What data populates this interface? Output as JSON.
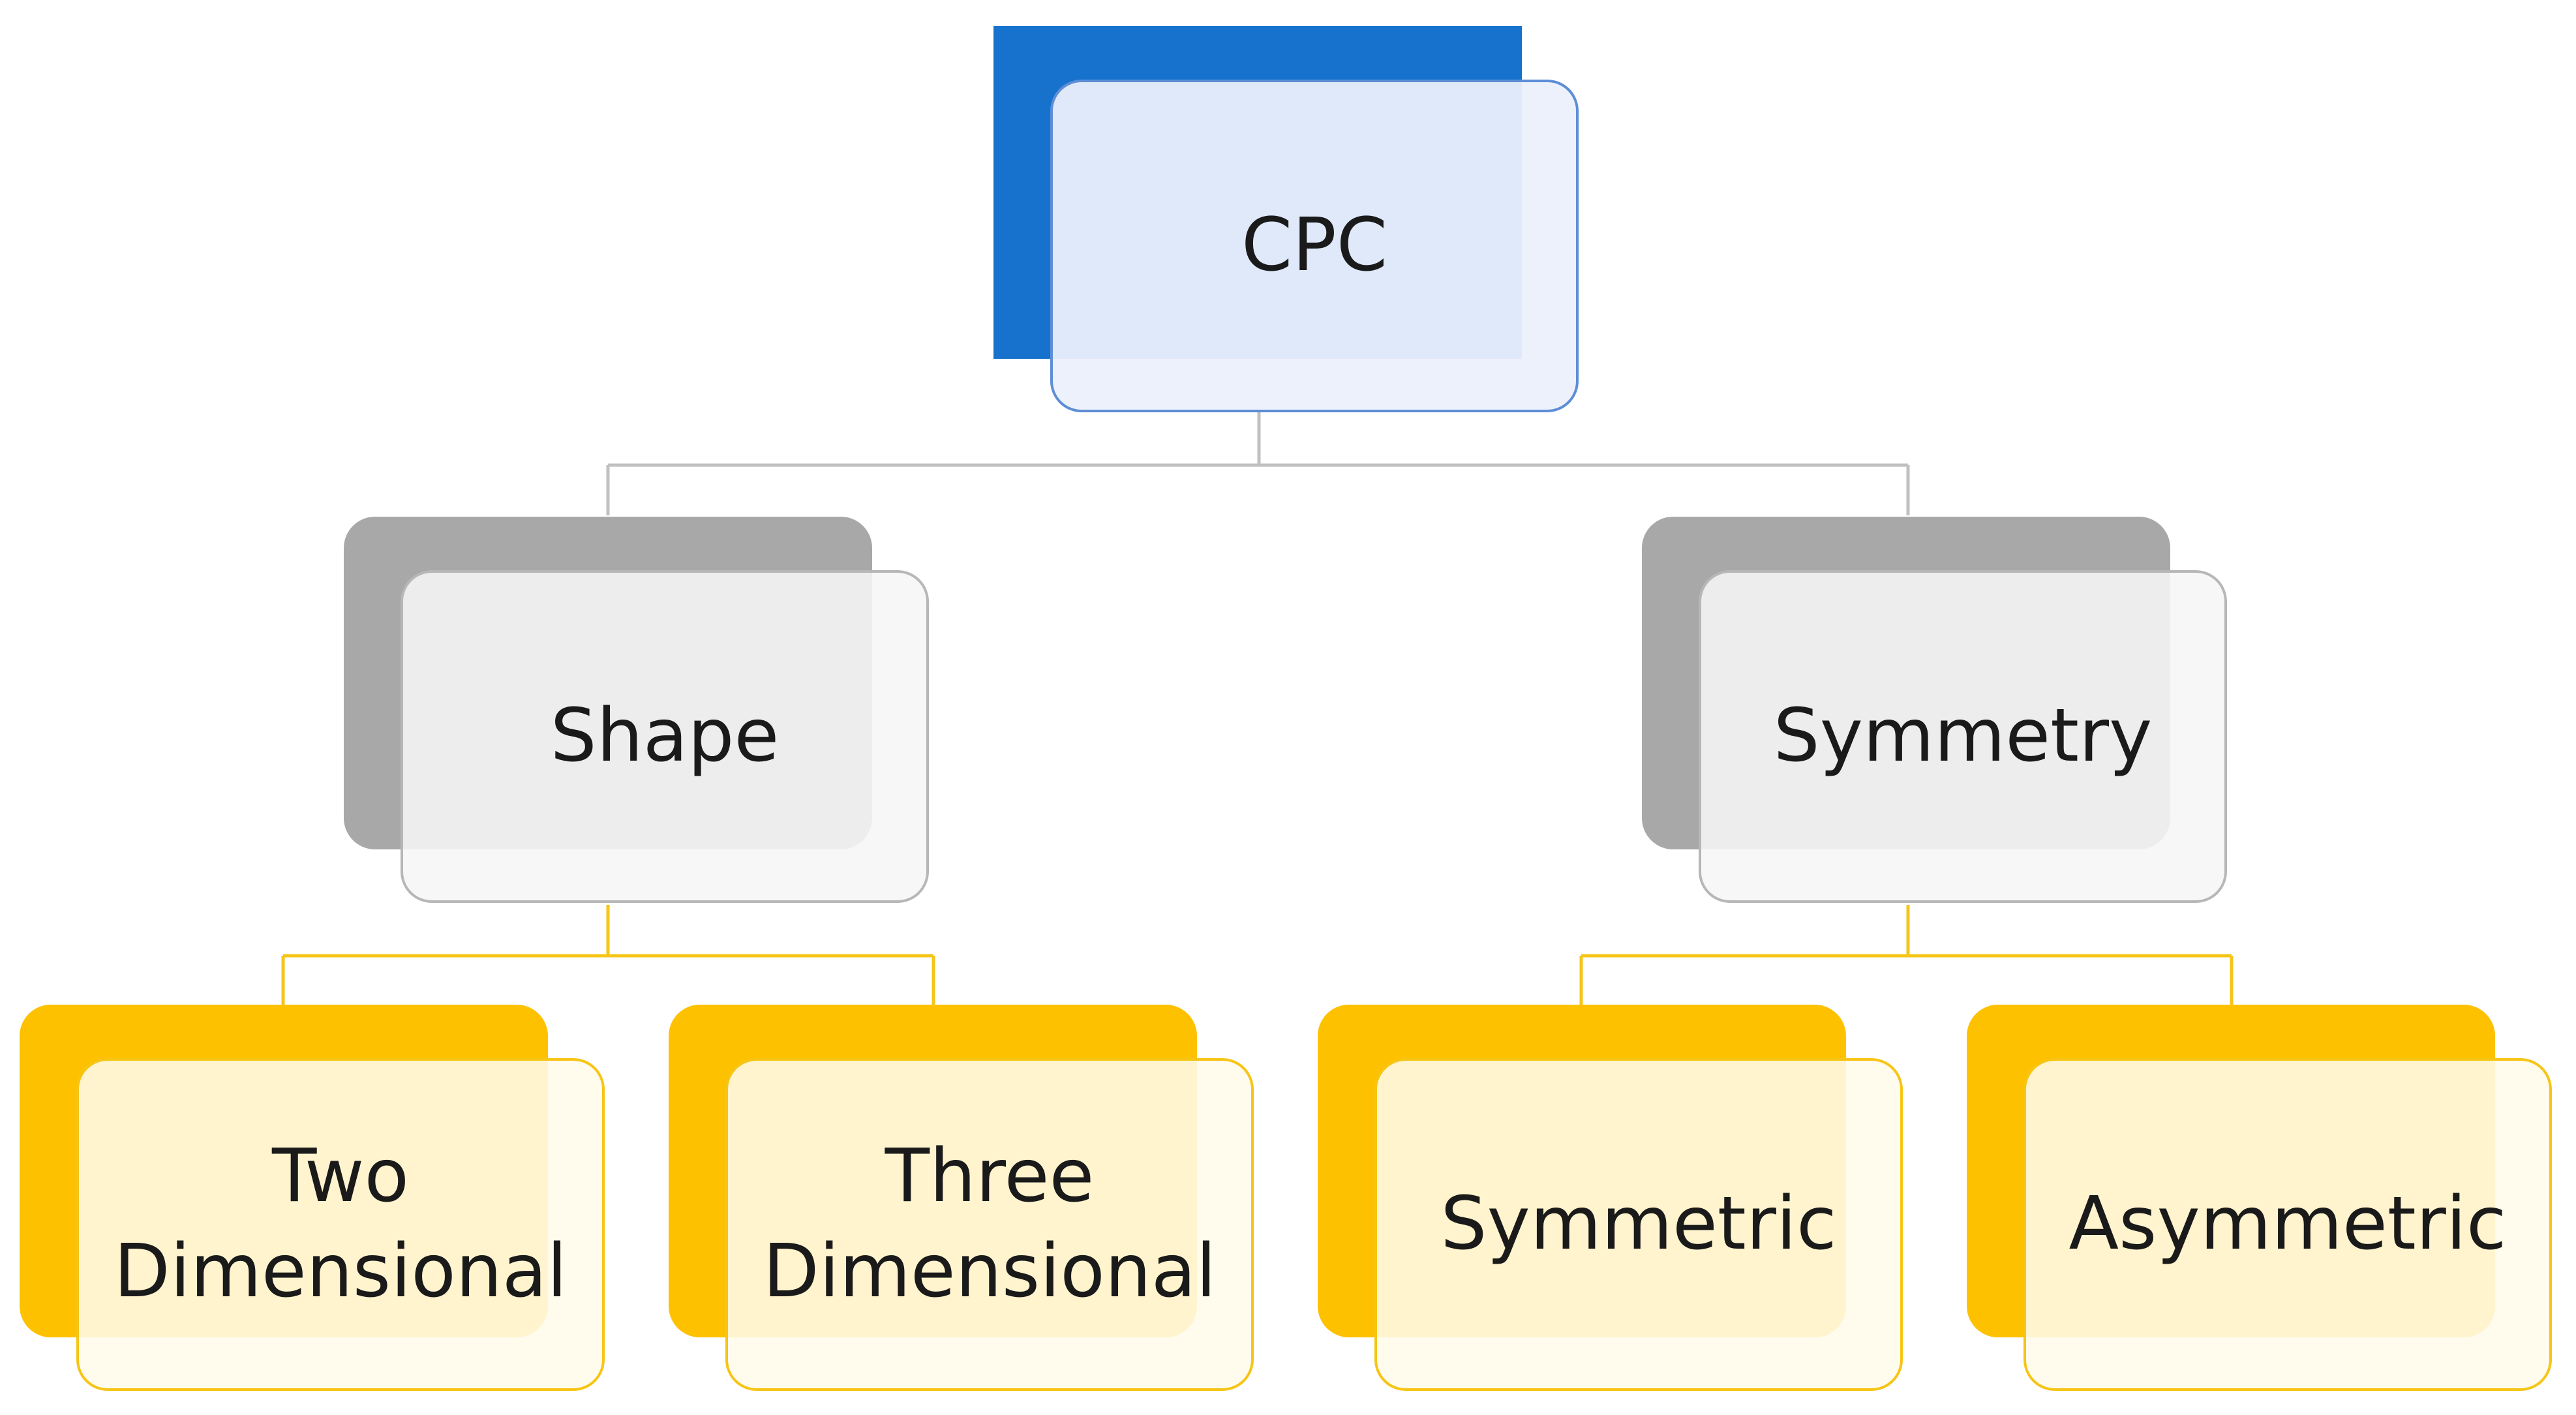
{
  "diagram": {
    "root": {
      "label": "CPC"
    },
    "shape": {
      "label": "Shape"
    },
    "symmetry": {
      "label": "Symmetry"
    },
    "two_dimensional": {
      "label": "Two\nDimensional"
    },
    "three_dimensional": {
      "label": "Three\nDimensional"
    },
    "symmetric": {
      "label": "Symmetric"
    },
    "asymmetric": {
      "label": "Asymmetric"
    }
  },
  "colors": {
    "root_accent": "#1672cc",
    "mid_accent": "#a8a8a8",
    "leaf_accent": "#fec100",
    "root_connector": "#c0c0c0",
    "leaf_connector": "#f5c518"
  }
}
